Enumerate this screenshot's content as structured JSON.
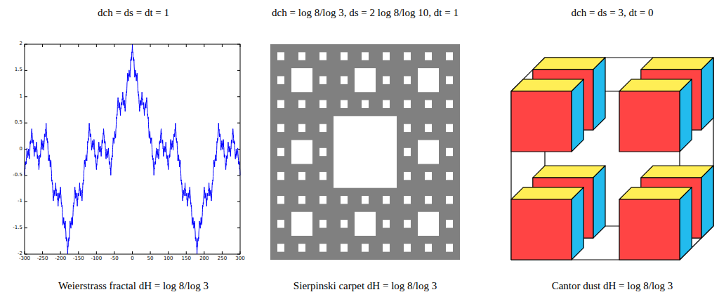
{
  "diagram": {
    "labels": [
      "dch = ds = dt = 1",
      "dch = log 8/log 3,  ds = 2 log 8/log 10,  dt = 1",
      "dch = ds = 3,  dt = 0",
      "2",
      "1.5",
      "1",
      "0.5",
      "0",
      "-0.5",
      "-1",
      "-1.5",
      "-2",
      "-300",
      "-250",
      "-200",
      "-150",
      "-100",
      "-50",
      "0",
      "50",
      "100",
      "150",
      "200",
      "250",
      "300",
      "Weierstrass fractal  dH = log 8/log 3",
      "Sierpinski carpet  dH = log 8/log 3",
      "Cantor dust  dH = log 8/log 3"
    ]
  }
}
